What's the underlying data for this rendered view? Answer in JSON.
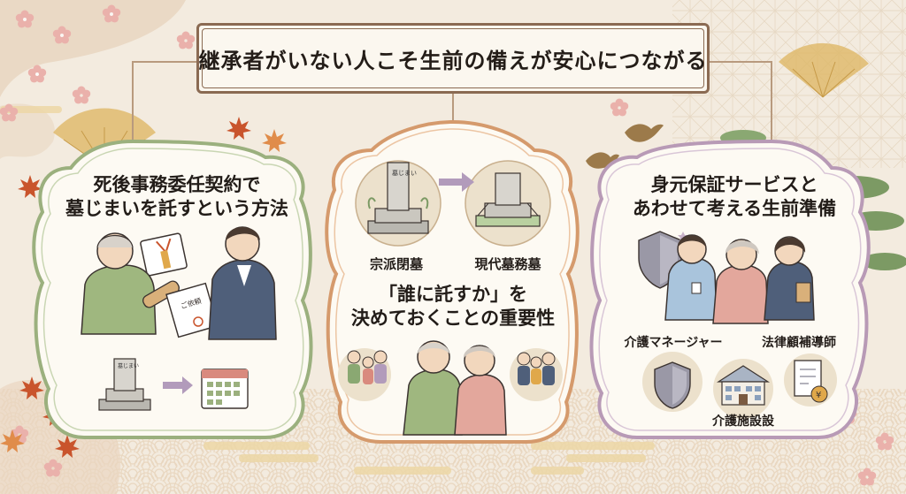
{
  "title": "継承者がいない人こそ生前の備えが安心につながる",
  "panels": {
    "left": {
      "title_line1": "死後事務委任契約で",
      "title_line2": "墓じまいを託すという方法",
      "document_text": "ご依頼",
      "grave_text": "墓じまい"
    },
    "center": {
      "grave_text": "墓じまい",
      "label_old_grave": "宗派閉墓",
      "label_new_grave": "現代墓務墓",
      "title_line1": "「誰に託すか」を",
      "title_line2": "決めておくことの重要性"
    },
    "right": {
      "title_line1": "身元保証サービスと",
      "title_line2": "あわせて考える生前準備",
      "label_care_manager": "介護マネージャー",
      "label_legal": "法律顧補導師",
      "label_facility": "介護施設設"
    }
  },
  "icons": [
    "cloud-pattern-icon",
    "wave-pattern-icon",
    "asanoha-pattern-icon",
    "cherry-blossom-icon",
    "maple-leaf-icon",
    "folding-fan-icon",
    "pine-tree-icon",
    "bird-icon",
    "grave-icon",
    "arrow-right-icon",
    "calendar-icon",
    "envelope-icon",
    "scroll-icon",
    "shield-icon",
    "building-icon",
    "yen-document-icon",
    "family-icon",
    "elderly-couple-icon",
    "caregiver-icon"
  ],
  "colors": {
    "background": "#f3ebdf",
    "title_frame": "#8a6a52",
    "left_panel_border": "#9bb07e",
    "center_panel_border": "#d59a6c",
    "right_panel_border": "#b89ab6",
    "panel_fill": "#fdfaf3",
    "maple": "#c9542c",
    "sakura": "#e6a9a5",
    "gold": "#d9b46a",
    "pine": "#7c9a64"
  }
}
